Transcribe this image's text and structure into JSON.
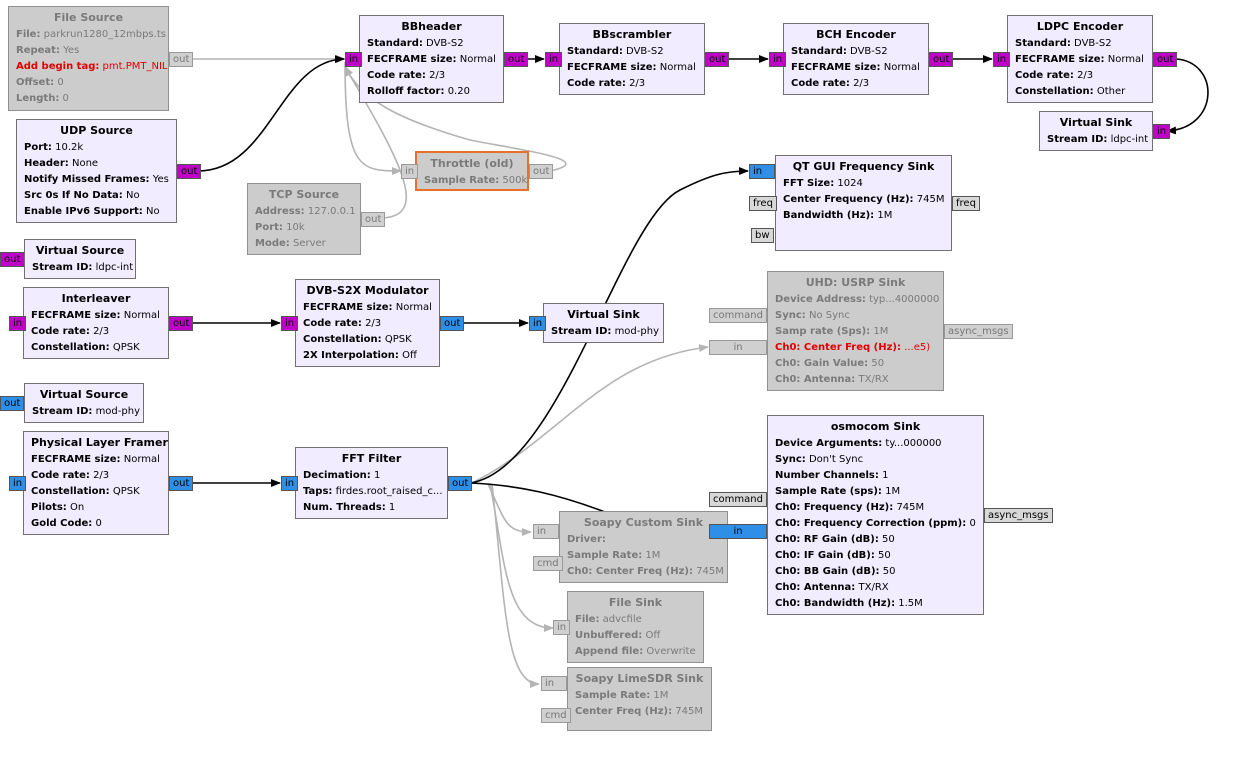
{
  "blocks": {
    "file_source": {
      "title": "File Source",
      "rows": [
        {
          "k": "File:",
          "v": "parkrun1280_12mbps.ts"
        },
        {
          "k": "Repeat:",
          "v": "Yes"
        },
        {
          "k": "Add begin tag:",
          "v": "pmt.PMT_NIL",
          "err": true
        },
        {
          "k": "Offset:",
          "v": "0"
        },
        {
          "k": "Length:",
          "v": "0"
        }
      ]
    },
    "udp_source": {
      "title": "UDP Source",
      "rows": [
        {
          "k": "Port:",
          "v": "10.2k"
        },
        {
          "k": "Header:",
          "v": "None"
        },
        {
          "k": "Notify Missed Frames:",
          "v": "Yes"
        },
        {
          "k": "Src 0s If No Data:",
          "v": "No"
        },
        {
          "k": "Enable IPv6 Support:",
          "v": "No"
        }
      ]
    },
    "tcp_source": {
      "title": "TCP Source",
      "rows": [
        {
          "k": "Address:",
          "v": "127.0.0.1"
        },
        {
          "k": "Port:",
          "v": "10k"
        },
        {
          "k": "Mode:",
          "v": "Server"
        }
      ]
    },
    "throttle": {
      "title": "Throttle (old)",
      "rows": [
        {
          "k": "Sample Rate:",
          "v": "500k"
        }
      ]
    },
    "bbheader": {
      "title": "BBheader",
      "rows": [
        {
          "k": "Standard:",
          "v": "DVB-S2"
        },
        {
          "k": "FECFRAME size:",
          "v": "Normal"
        },
        {
          "k": "Code rate:",
          "v": "2/3"
        },
        {
          "k": "Rolloff factor:",
          "v": "0.20"
        }
      ]
    },
    "bbscrambler": {
      "title": "BBscrambler",
      "rows": [
        {
          "k": "Standard:",
          "v": "DVB-S2"
        },
        {
          "k": "FECFRAME size:",
          "v": "Normal"
        },
        {
          "k": "Code rate:",
          "v": "2/3"
        }
      ]
    },
    "bch_encoder": {
      "title": "BCH Encoder",
      "rows": [
        {
          "k": "Standard:",
          "v": "DVB-S2"
        },
        {
          "k": "FECFRAME size:",
          "v": "Normal"
        },
        {
          "k": "Code rate:",
          "v": "2/3"
        }
      ]
    },
    "ldpc_encoder": {
      "title": "LDPC Encoder",
      "rows": [
        {
          "k": "Standard:",
          "v": "DVB-S2"
        },
        {
          "k": "FECFRAME size:",
          "v": "Normal"
        },
        {
          "k": "Code rate:",
          "v": "2/3"
        },
        {
          "k": "Constellation:",
          "v": "Other"
        }
      ]
    },
    "virtual_sink_ldpc": {
      "title": "Virtual Sink",
      "rows": [
        {
          "k": "Stream ID:",
          "v": "ldpc-int"
        }
      ]
    },
    "virtual_source_ldpc": {
      "title": "Virtual Source",
      "rows": [
        {
          "k": "Stream ID:",
          "v": "ldpc-int"
        }
      ]
    },
    "interleaver": {
      "title": "Interleaver",
      "rows": [
        {
          "k": "FECFRAME size:",
          "v": "Normal"
        },
        {
          "k": "Code rate:",
          "v": "2/3"
        },
        {
          "k": "Constellation:",
          "v": "QPSK"
        }
      ]
    },
    "modulator": {
      "title": "DVB-S2X Modulator",
      "rows": [
        {
          "k": "FECFRAME size:",
          "v": "Normal"
        },
        {
          "k": "Code rate:",
          "v": "2/3"
        },
        {
          "k": "Constellation:",
          "v": "QPSK"
        },
        {
          "k": "2X Interpolation:",
          "v": "Off"
        }
      ]
    },
    "virtual_sink_mod": {
      "title": "Virtual Sink",
      "rows": [
        {
          "k": "Stream ID:",
          "v": "mod-phy"
        }
      ]
    },
    "virtual_source_mod": {
      "title": "Virtual Source",
      "rows": [
        {
          "k": "Stream ID:",
          "v": "mod-phy"
        }
      ]
    },
    "framer": {
      "title": "Physical Layer Framer",
      "rows": [
        {
          "k": "FECFRAME size:",
          "v": "Normal"
        },
        {
          "k": "Code rate:",
          "v": "2/3"
        },
        {
          "k": "Constellation:",
          "v": "QPSK"
        },
        {
          "k": "Pilots:",
          "v": "On"
        },
        {
          "k": "Gold Code:",
          "v": "0"
        }
      ]
    },
    "fft_filter": {
      "title": "FFT Filter",
      "rows": [
        {
          "k": "Decimation:",
          "v": "1"
        },
        {
          "k": "Taps:",
          "v": "firdes.root_raised_c..."
        },
        {
          "k": "Num. Threads:",
          "v": "1"
        }
      ]
    },
    "qt_freq_sink": {
      "title": "QT GUI Frequency Sink",
      "rows": [
        {
          "k": "FFT Size:",
          "v": "1024"
        },
        {
          "k": "Center Frequency (Hz):",
          "v": "745M"
        },
        {
          "k": "Bandwidth (Hz):",
          "v": "1M"
        }
      ]
    },
    "uhd_sink": {
      "title": "UHD: USRP Sink",
      "rows": [
        {
          "k": "Device Address:",
          "v": "typ...4000000"
        },
        {
          "k": "Sync:",
          "v": "No Sync"
        },
        {
          "k": "Samp rate (Sps):",
          "v": "1M"
        },
        {
          "k": "Ch0: Center Freq (Hz):",
          "v": "...e5)",
          "err": true
        },
        {
          "k": "Ch0: Gain Value:",
          "v": "50"
        },
        {
          "k": "Ch0: Antenna:",
          "v": "TX/RX"
        }
      ]
    },
    "osmocom_sink": {
      "title": "osmocom Sink",
      "rows": [
        {
          "k": "Device Arguments:",
          "v": "ty...000000"
        },
        {
          "k": "Sync:",
          "v": "Don't Sync"
        },
        {
          "k": "Number Channels:",
          "v": "1"
        },
        {
          "k": "Sample Rate (sps):",
          "v": "1M"
        },
        {
          "k": "Ch0: Frequency (Hz):",
          "v": "745M"
        },
        {
          "k": "Ch0: Frequency Correction (ppm):",
          "v": "0"
        },
        {
          "k": "Ch0: RF Gain (dB):",
          "v": "50"
        },
        {
          "k": "Ch0: IF Gain (dB):",
          "v": "50"
        },
        {
          "k": "Ch0: BB Gain (dB):",
          "v": "50"
        },
        {
          "k": "Ch0: Antenna:",
          "v": "TX/RX"
        },
        {
          "k": "Ch0: Bandwidth (Hz):",
          "v": "1.5M"
        }
      ]
    },
    "soapy_custom_sink": {
      "title": "Soapy Custom Sink",
      "rows": [
        {
          "k": "Driver:",
          "v": ""
        },
        {
          "k": "Sample Rate:",
          "v": "1M"
        },
        {
          "k": "Ch0: Center Freq (Hz):",
          "v": "745M"
        }
      ]
    },
    "file_sink": {
      "title": "File Sink",
      "rows": [
        {
          "k": "File:",
          "v": "advcfile"
        },
        {
          "k": "Unbuffered:",
          "v": "Off"
        },
        {
          "k": "Append file:",
          "v": "Overwrite"
        }
      ]
    },
    "soapy_lime_sink": {
      "title": "Soapy LimeSDR Sink",
      "rows": [
        {
          "k": "Sample Rate:",
          "v": "1M"
        },
        {
          "k": "Center Freq (Hz):",
          "v": "745M"
        }
      ]
    }
  },
  "ports": {
    "in": "in",
    "out": "out",
    "freq": "freq",
    "bw": "bw",
    "command": "command",
    "cmd": "cmd",
    "async_msgs": "async_msgs"
  },
  "colors": {
    "block_bg": "#f1ecff",
    "disabled_bg": "#cccccc",
    "byte_port": "#c000c8",
    "complex_port": "#2f8fe6",
    "message_port": "#d8d8d8",
    "selected_border": "#e8702a",
    "error_text": "#e00000"
  }
}
